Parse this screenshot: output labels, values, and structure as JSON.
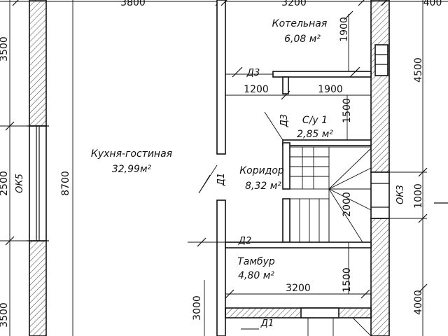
{
  "rooms": {
    "boiler": {
      "name": "Котельная",
      "area": "6,08 м²"
    },
    "kitchen": {
      "name": "Кухня-гостиная",
      "area": "32,99м²"
    },
    "wc": {
      "name": "С/у 1",
      "area": "2,85 м²"
    },
    "corridor": {
      "name": "Коридор",
      "area": "8,32 м²"
    },
    "vestibule": {
      "name": "Тамбур",
      "area": "4,80 м²"
    }
  },
  "dimensions": {
    "top_left": "3800",
    "top_mid": "3200",
    "top_right": "400",
    "left_top": "3500",
    "left_mid": "2500",
    "left_bottom": "3500",
    "kitchen_height": "8700",
    "boiler_height": "1900",
    "corridor_width_left": "1200",
    "corridor_width_right": "1900",
    "wc_height": "1500",
    "stair_height": "2000",
    "vestibule_height": "1500",
    "vestibule_width": "3200",
    "right_top": "4500",
    "right_window": "1000",
    "right_bottom": "4000",
    "porch_height": "3000"
  },
  "labels": {
    "door_d3_top": "Д3",
    "door_d3_wc": "Д3",
    "door_d1_mid": "Д1",
    "door_d2": "Д2",
    "door_d1_bottom": "Д1",
    "window_ok5": "ОК5",
    "window_ok3": "ОК3"
  }
}
